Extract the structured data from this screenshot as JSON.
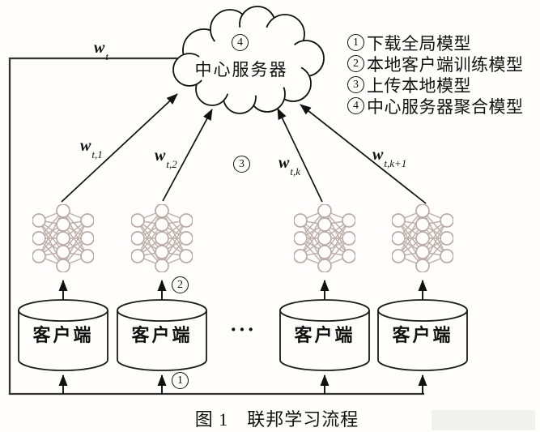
{
  "figure": {
    "cloud": {
      "step_num": "4",
      "label": "中心服务器"
    },
    "legend": [
      {
        "num": "1",
        "text": "下载全局模型"
      },
      {
        "num": "2",
        "text": "本地客户端训练模型"
      },
      {
        "num": "3",
        "text": "上传本地模型"
      },
      {
        "num": "4",
        "text": "中心服务器聚合模型"
      }
    ],
    "weights": {
      "global": {
        "base": "w",
        "sub": "t"
      },
      "w1": {
        "base": "w",
        "sub": "t,1"
      },
      "w2": {
        "base": "w",
        "sub": "t,2"
      },
      "wk": {
        "base": "w",
        "sub": "t,k"
      },
      "wk1": {
        "base": "w",
        "sub": "t,k+1"
      }
    },
    "steps": {
      "s1": "1",
      "s2": "2",
      "s3": "3"
    },
    "clients": [
      {
        "label": "客户端"
      },
      {
        "label": "客户端"
      },
      {
        "label": "客户端"
      },
      {
        "label": "客户端"
      }
    ],
    "ellipsis": "···",
    "caption": "图 1　联邦学习流程"
  }
}
